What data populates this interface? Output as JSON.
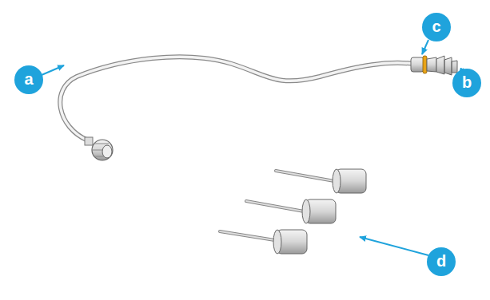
{
  "diagram": {
    "labels": [
      "c",
      "a",
      "b",
      "d"
    ]
  }
}
